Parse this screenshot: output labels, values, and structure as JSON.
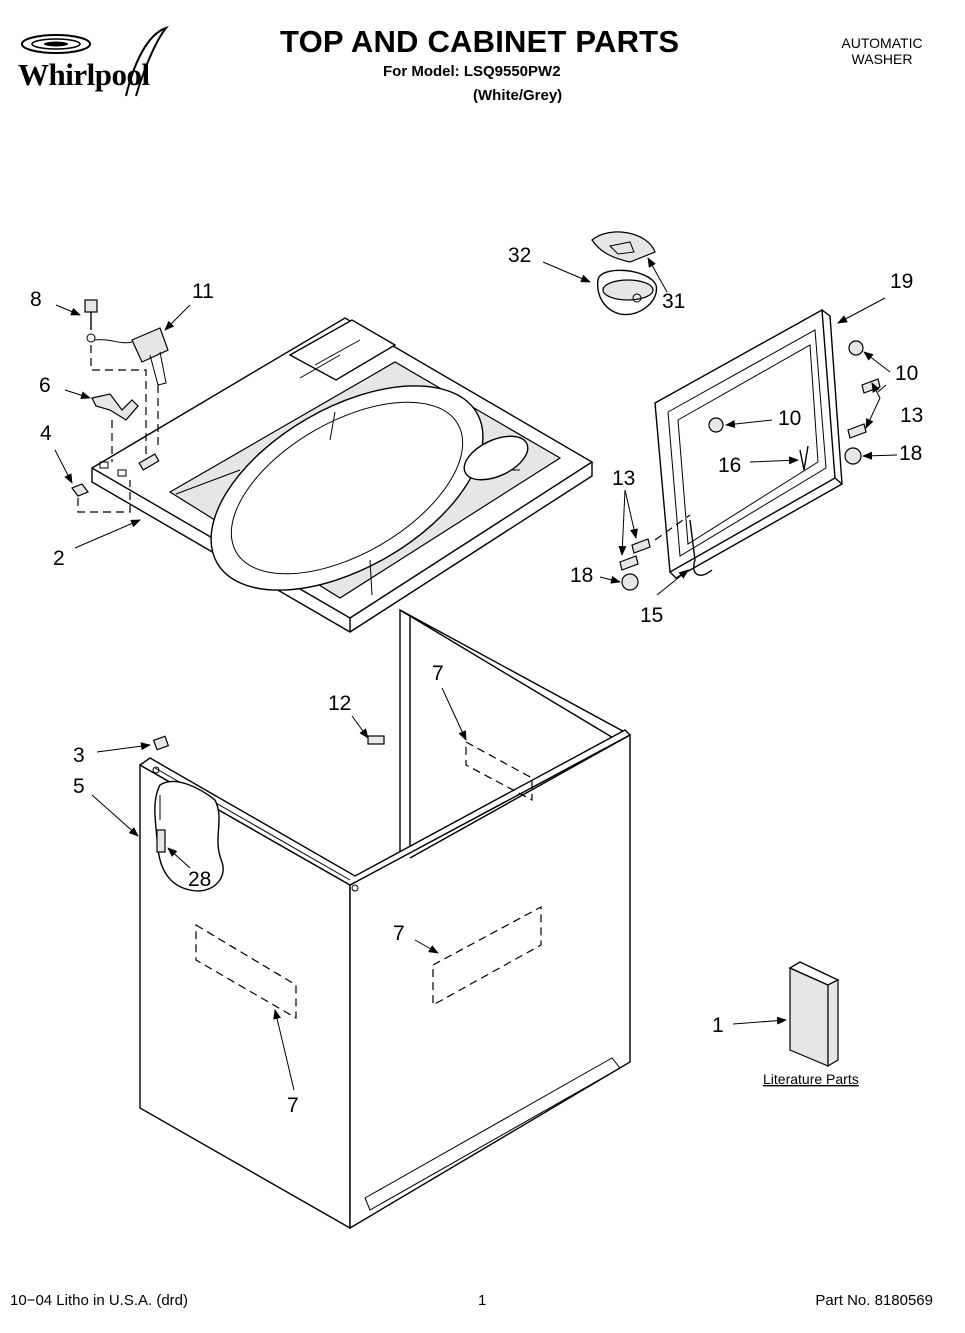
{
  "header": {
    "brand": "Whirlpool",
    "title": "TOP AND CABINET PARTS",
    "model_line": "For Model: LSQ9550PW2",
    "variant": "(White/Grey)",
    "category_line1": "AUTOMATIC",
    "category_line2": "WASHER"
  },
  "callouts": [
    "32",
    "31",
    "8",
    "11",
    "19",
    "10",
    "6",
    "10",
    "13",
    "4",
    "16",
    "18",
    "13",
    "2",
    "18",
    "15",
    "7",
    "12",
    "3",
    "5",
    "28",
    "7",
    "1",
    "7"
  ],
  "literature_label": "Literature Parts",
  "footer": {
    "litho": "10−04 Litho in U.S.A. (drd)",
    "page": "1",
    "part_no": "Part No. 8180569"
  }
}
